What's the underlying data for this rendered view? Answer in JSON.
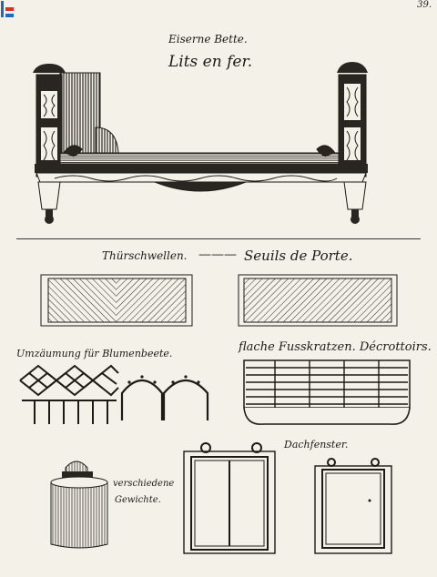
{
  "page_number": "39.",
  "titles": {
    "bed_de": "Eiserne Bette.",
    "bed_fr": "Lits en fer.",
    "threshold_de": "Thürschwellen.",
    "threshold_dash": "———",
    "threshold_fr": "Seuils de Porte.",
    "fence": "Umzäumung für Blumenbeete.",
    "scraper": "flache Fusskratzen. Décrottoirs.",
    "roof_window": "Dachfenster.",
    "weights_line1": "verschiedene",
    "weights_line2": "Gewichte."
  },
  "colors": {
    "paper": "#f4f1e8",
    "ink": "#1d1a17",
    "hatch": "#3a3530",
    "mark_blue": "#1f67c2",
    "mark_red": "#d4332a"
  }
}
